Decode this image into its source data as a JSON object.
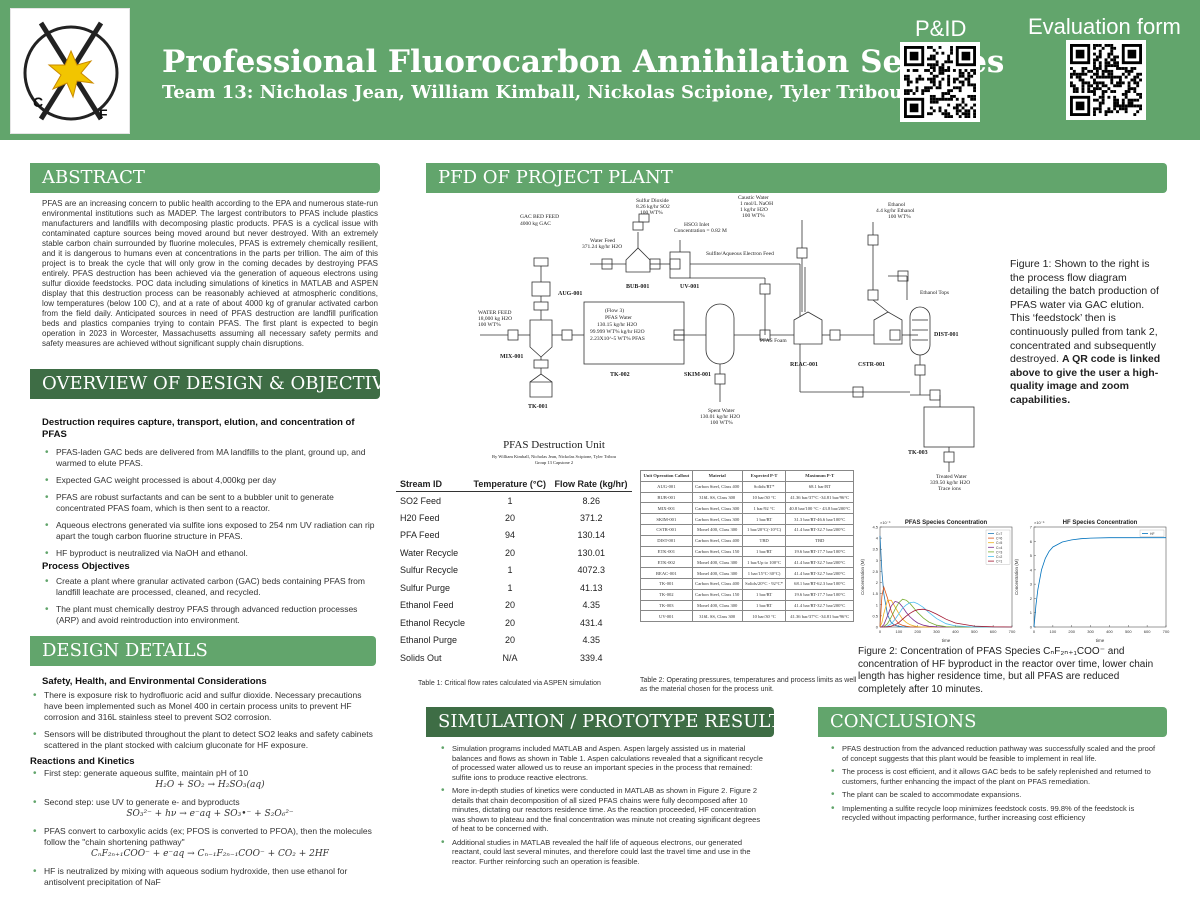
{
  "header": {
    "title": "Professional Fluorocarbon Annihilation Services",
    "subtitle": "Team 13: Nicholas Jean, William Kimball, Nickolas Scipione, Tyler Tribou",
    "logo_text_left": "C",
    "logo_text_right": "F",
    "qr_pid_label": "P&ID",
    "qr_eval_label": "Evaluation form"
  },
  "abstract": {
    "heading": "ABSTRACT",
    "text": "PFAS are an increasing concern to public health according to the EPA and numerous state-run environmental institutions such as MADEP. The largest contributors to PFAS include plastics manufacturers and landfills with decomposing plastic products. PFAS is a cyclical issue with contaminated capture sources being moved around but never destroyed. With an extremely stable carbon chain surrounded by fluorine molecules, PFAS is extremely chemically resilient, and it is dangerous to humans even at concentrations in the parts per trillion. The aim of this project is to break the cycle that will only grow in the coming decades by destroying PFAS entirely.   PFAS destruction has been achieved via the generation of aqueous electrons using sulfur dioxide feedstocks. POC data including simulations of kinetics in MATLAB and ASPEN display that this destruction process can be reasonably achieved at atmospheric conditions, low temperatures (below 100 C), and at a rate of about 4000 kg of granular activated carbon from the field daily. Anticipated sources in need of PFAS destruction are landfill purification beds and plastics companies trying to contain PFAS. The first plant is expected to begin operation in 2023 in Worcester, Massachusetts assuming all necessary safety permits and safety measures are achieved without significant supply chain disruptions."
  },
  "overview": {
    "heading": "OVERVIEW OF DESIGN & OBJECTIVES",
    "subheading": "Destruction requires capture, transport, elution, and concentration of PFAS",
    "bullets": [
      "PFAS-laden GAC beds are delivered from MA landfills to the plant, ground up, and warmed to elute PFAS.",
      "Expected GAC weight processed is about 4,000kg per day",
      "PFAS are robust surfactants and can be sent to a bubbler unit to generate concentrated PFAS foam, which is then sent to a reactor.",
      "Aqueous electrons generated via sulfite ions exposed to 254 nm UV radiation can rip apart the tough carbon fluorine structure in PFAS.",
      "HF byproduct is neutralized via NaOH and ethanol."
    ],
    "objectives_heading": "Process Objectives",
    "objectives": [
      "Create a plant where granular activated carbon (GAC) beds containing PFAS from landfill leachate are processed, cleaned, and recycled.",
      "The plant must chemically destroy PFAS through advanced reduction processes (ARP) and avoid reintroduction into environment."
    ]
  },
  "design": {
    "heading": "DESIGN DETAILS",
    "safety_heading": "Safety, Health, and Environmental Considerations",
    "safety_bullets": [
      "There is exposure risk to hydrofluoric acid and sulfur dioxide.  Necessary precautions have been implemented such as Monel 400 in certain process units to prevent HF corrosion and 316L stainless steel to prevent SO2 corrosion.",
      "Sensors will be distributed throughout the plant to detect SO2 leaks and safety cabinets scattered in the plant stocked with calcium gluconate for HF exposure."
    ],
    "reactions_heading": "Reactions and Kinetics",
    "reactions": [
      {
        "text": "First step: generate aqueous sulfite, maintain pH of 10",
        "eq": "H₂O + SO₂ → H₂SO₃(aq)"
      },
      {
        "text": "Second step: use UV to generate e- and byproducts",
        "eq": "SO₃²⁻ + hν → e⁻aq + SO₃•⁻ + S₂O₆²⁻"
      },
      {
        "text": "PFAS convert to carboxylic acids (ex; PFOS is converted to PFOA), then the molecules follow the \"chain shortening pathway\"",
        "eq": "CₙF₂ₙ₊₁COO⁻ + e⁻aq → Cₙ₋₁F₂ₙ₋₁COO⁻ + CO₂ + 2HF"
      },
      {
        "text": "HF is neutralized by mixing with aqueous sodium hydroxide, then use ethanol for antisolvent precipitation of NaF",
        "eq": ""
      }
    ]
  },
  "pfd": {
    "heading": "PFD OF PROJECT PLANT",
    "figure_caption_lead": "Figure 1: Shown to the right is the process flow diagram detailing the batch production of PFAS water via GAC elution. This ‘feedstock’ then is continuously pulled from tank 2, concentrated and subsequently destroyed.",
    "figure_caption_bold": "A QR code is linked above to give the user a high-quality image and zoom capabilities.",
    "units": {
      "aug": "AUG-001",
      "mix": "MIX-001",
      "tk1": "TK-001",
      "tk2": "TK-002",
      "bub": "BUB-001",
      "uv": "UV-001",
      "skim": "SKIM-001",
      "reac": "REAC-001",
      "cstr": "CSTR-001",
      "dist": "DIST-001",
      "tk3": "TK-003"
    },
    "labels": {
      "gac_feed": "GAC BED FEED",
      "gac_amt": "4000 kg GAC",
      "water_feed": "WATER FEED",
      "water_amt": "18,000 kg H2O",
      "water_pct": "100 WT%",
      "flow3_a": "(Flow 3)",
      "flow3_b": "PFAS Water",
      "flow3_c": "130.15 kg/hr H2O",
      "flow3_d": "99.999 WT% kg/hr H2O",
      "flow3_e": "2.23X10^-5 WT% PFAS",
      "so2_a": "Sulfur Dioxide",
      "so2_b": "8.26 kg/hr SO2",
      "so2_c": "100 WT%",
      "wfeed_a": "Water Feed",
      "wfeed_b": "371.24 kg/hr H2O",
      "hso3_a": "HSO3 Inlet",
      "hso3_b": "Concentration = 0.82 M",
      "sulfite_feed": "Sulfite/Aqueous Electron Feed",
      "caustic_a": "Caustic Water",
      "caustic_b": "1 mol/L NaOH",
      "caustic_c": "1 kg/hr H2O",
      "caustic_d": "100 WT%",
      "eth_a": "Ethanol",
      "eth_b": "4.4 kg/hr Ethanol",
      "eth_c": "100 WT%",
      "eth_tops": "Ethanol Tops",
      "pfas_foam": "PFAS Foam",
      "spent_a": "Spent Water",
      "spent_b": "130.01 kg/hr H2O",
      "spent_c": "100 WT%",
      "treated_a": "Treated Water",
      "treated_b": "339.50 kg/hr H2O",
      "treated_c": "Trace ions"
    }
  },
  "flow_table": {
    "headers": [
      "Stream ID",
      "Temperature (°C)",
      "Flow Rate (kg/hr)"
    ],
    "rows": [
      [
        "SO2 Feed",
        "1",
        "8.26"
      ],
      [
        "H20 Feed",
        "20",
        "371.2"
      ],
      [
        "PFA Feed",
        "94",
        "130.14"
      ],
      [
        "Water Recycle",
        "20",
        "130.01"
      ],
      [
        "Sulfur Recycle",
        "1",
        "4072.3"
      ],
      [
        "Sulfur Purge",
        "1",
        "41.13"
      ],
      [
        "Ethanol Feed",
        "20",
        "4.35"
      ],
      [
        "Ethanol Recycle",
        "20",
        "431.4"
      ],
      [
        "Ethanol Purge",
        "20",
        "4.35"
      ],
      [
        "Solids Out",
        "N/A",
        "339.4"
      ]
    ],
    "caption": "Table 1: Critical flow rates calculated via ASPEN simulation"
  },
  "cond_table": {
    "title": "PFAS Destruction Unit",
    "authors": "By William Kimball, Nicholas Jean, Nickolas Scipione, Tyler Tribou",
    "group": "Group 13 Capstone 2",
    "headers": [
      "Unit Operation Callout",
      "Material",
      "Expected P-T",
      "Maximum P-T"
    ],
    "rows": [
      [
        "AUG-001",
        "Carbon Steel, Class 400",
        "Solids/RT*",
        "68.1 bar/RT"
      ],
      [
        "BUB-001",
        "316L SS, Class 300",
        "10 bar/30 °C",
        "41.36 bar/37°C -34.81 bar/96°C"
      ],
      [
        "MIX-001",
        "Carbon Steel, Class 300",
        "1 bar/92 °C",
        "40.8 bar/100 °C - 43.8 bar/200°C"
      ],
      [
        "SKIM-001",
        "Carbon Steel, Class 300",
        "1 bar/RT",
        "31.3 bar/RT-46.6 bar/100°C"
      ],
      [
        "CSTR-001",
        "Monel 400, Class 300",
        "1 bar/20°C(-10°C)",
        "41.4 bar/RT-32.7 bar/200°C"
      ],
      [
        "DIST-001",
        "Carbon Steel, Class 400",
        "TBD",
        "TBD"
      ],
      [
        "ETK-001",
        "Carbon Steel, Class 150",
        "1 bar/RT",
        "19.6 bar/RT-17.7 bar/100°C"
      ],
      [
        "ETK-002",
        "Monel 400, Class 300",
        "1 bar/Up to 100°C",
        "41.4 bar/RT-32.7 bar/200°C"
      ],
      [
        "REAC-001",
        "Monel 400, Class 300",
        "1 bar/15°C-30°C)",
        "41.4 bar/RT-32.7 bar/200°C"
      ],
      [
        "TK-001",
        "Carbon Steel, Class 400",
        "Solids/20°C - 92°C*",
        "68.1 bar/RT-62.3 bar/100°C"
      ],
      [
        "TK-002",
        "Carbon Steel, Class 150",
        "1 bar/RT",
        "19.6 bar/RT-17.7 bar/100°C"
      ],
      [
        "TK-003",
        "Monel 400, Class 300",
        "1 bar/RT",
        "41.4 bar/RT-32.7 bar/200°C"
      ],
      [
        "UV-001",
        "316L SS, Class 300",
        "10 bar/30 °C",
        "41.36 bar/37°C -34.81 bar/96°C"
      ]
    ],
    "caption": "Table 2: Operating pressures, temperatures and process limits as well as the material chosen for the process unit."
  },
  "figure2": {
    "caption": "Figure 2: Concentration of PFAS Species CₙF₂ₙ₊₁COO⁻ and concentration of HF byproduct in the reactor over time, lower chain length has higher residence time, but all PFAS are reduced completely after 10 minutes."
  },
  "chart_data": [
    {
      "type": "line",
      "title": "PFAS Species Concentration",
      "xlabel": "time",
      "ylabel": "Concentration (M)",
      "y_multiplier": "×10⁻⁶",
      "xlim": [
        0,
        700
      ],
      "ylim": [
        0,
        4.5
      ],
      "x_ticks": [
        0,
        100,
        200,
        300,
        400,
        500,
        600,
        700
      ],
      "y_ticks": [
        0,
        0.5,
        1,
        1.5,
        2,
        2.5,
        3,
        3.5,
        4,
        4.5
      ],
      "x": [
        0,
        10,
        20,
        40,
        60,
        80,
        100,
        120,
        140,
        160,
        180,
        200,
        230,
        260,
        300,
        350,
        400,
        500,
        600,
        700
      ],
      "series": [
        {
          "name": "C=7",
          "color": "#1f77b4",
          "values": [
            4.1,
            2.5,
            1.5,
            0.55,
            0.2,
            0.07,
            0.03,
            0.01,
            0,
            0,
            0,
            0,
            0,
            0,
            0,
            0,
            0,
            0,
            0,
            0
          ]
        },
        {
          "name": "C=6",
          "color": "#d95319",
          "values": [
            0,
            1.4,
            1.8,
            1.3,
            0.7,
            0.35,
            0.15,
            0.07,
            0.03,
            0.01,
            0,
            0,
            0,
            0,
            0,
            0,
            0,
            0,
            0,
            0
          ]
        },
        {
          "name": "C=5",
          "color": "#edb120",
          "values": [
            0,
            0.2,
            0.6,
            1.2,
            1.2,
            0.9,
            0.6,
            0.35,
            0.2,
            0.1,
            0.05,
            0.02,
            0,
            0,
            0,
            0,
            0,
            0,
            0,
            0
          ]
        },
        {
          "name": "C=4",
          "color": "#7e2f8e",
          "values": [
            0,
            0.02,
            0.1,
            0.5,
            0.95,
            1.15,
            1.1,
            0.9,
            0.65,
            0.45,
            0.3,
            0.18,
            0.08,
            0.03,
            0.01,
            0,
            0,
            0,
            0,
            0
          ]
        },
        {
          "name": "C=3",
          "color": "#77ac30",
          "values": [
            0,
            0,
            0.02,
            0.15,
            0.45,
            0.8,
            1.1,
            1.25,
            1.2,
            1.05,
            0.85,
            0.65,
            0.4,
            0.22,
            0.08,
            0.02,
            0,
            0,
            0,
            0
          ]
        },
        {
          "name": "C=2",
          "color": "#4dbeee",
          "values": [
            0,
            0,
            0,
            0.04,
            0.15,
            0.35,
            0.6,
            0.85,
            1.0,
            1.1,
            1.12,
            1.05,
            0.88,
            0.65,
            0.38,
            0.15,
            0.05,
            0,
            0,
            0
          ]
        },
        {
          "name": "C=1",
          "color": "#a2142f",
          "values": [
            0,
            0,
            0,
            0.01,
            0.04,
            0.1,
            0.2,
            0.35,
            0.5,
            0.62,
            0.72,
            0.78,
            0.8,
            0.74,
            0.58,
            0.35,
            0.18,
            0.04,
            0.01,
            0
          ]
        }
      ]
    },
    {
      "type": "line",
      "title": "HF Species Concentration",
      "xlabel": "time",
      "ylabel": "Concentration (M)",
      "y_multiplier": "×10⁻⁵",
      "xlim": [
        0,
        700
      ],
      "ylim": [
        0,
        7
      ],
      "x_ticks": [
        0,
        100,
        200,
        300,
        400,
        500,
        600,
        700
      ],
      "y_ticks": [
        0,
        1,
        2,
        3,
        4,
        5,
        6,
        7
      ],
      "x": [
        0,
        10,
        20,
        40,
        60,
        80,
        100,
        150,
        200,
        250,
        300,
        400,
        500,
        600,
        700
      ],
      "series": [
        {
          "name": "HF",
          "color": "#0072bd",
          "values": [
            0,
            1.5,
            2.6,
            4.0,
            4.8,
            5.3,
            5.6,
            5.95,
            6.1,
            6.18,
            6.22,
            6.25,
            6.25,
            6.25,
            6.25
          ]
        }
      ]
    }
  ],
  "simulation": {
    "heading": "SIMULATION / PROTOTYPE RESULTS",
    "bullets": [
      "Simulation programs included MATLAB and Aspen. Aspen largely assisted us in material balances and flows as shown in Table 1. Aspen calculations revealed that a significant recycle of processed water allowed us to reuse an important species in the process that remained: sulfite ions to produce reactive electrons.",
      "More in-depth studies of kinetics were conducted in MATLAB as shown in Figure 2. Figure 2 details that chain decomposition of all sized PFAS chains were fully decomposed after 10 minutes, dictating our reactors residence time. As the reaction proceeded, HF concentration was shown to plateau and the final concentration was minute not creating significant degrees of heat to be concerned with.",
      "Additional studies in MATLAB revealed the half life of aqueous electrons, our generated reactant, could last several minutes, and therefore could last the travel time and use in the reactor. Further reinforcing such an operation is feasible."
    ]
  },
  "conclusions": {
    "heading": "CONCLUSIONS",
    "bullets": [
      "PFAS destruction from the advanced reduction pathway was successfully scaled and the proof of concept suggests that this plant would be feasible to implement in real life.",
      "The process is cost efficient, and it allows GAC beds to be safely replenished and returned to customers, further enhancing the impact of the plant on PFAS remediation.",
      "The plant can be scaled to accommodate expansions.",
      "Implementing a sulfite recycle loop minimizes feedstock costs. 99.8% of the feedstock is recycled without impacting performance, further increasing cost efficiency"
    ]
  },
  "colors": {
    "header_green": "#62a56c",
    "dark_green": "#3e6d45"
  }
}
